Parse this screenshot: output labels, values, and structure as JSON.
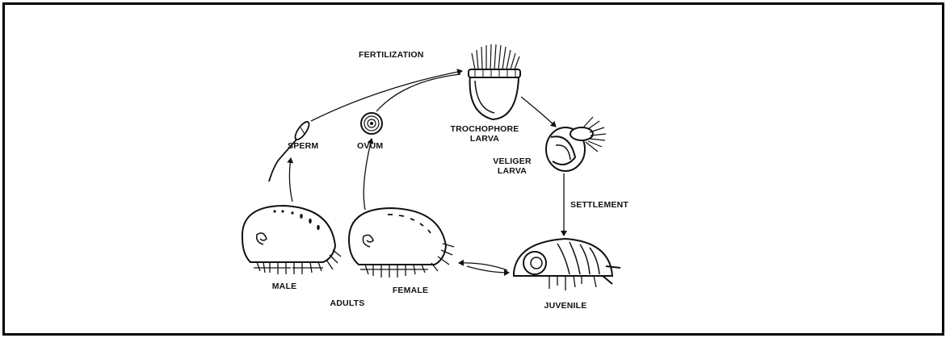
{
  "labels": {
    "fertilization": "FERTILIZATION",
    "trochophore": "TROCHOPHORE",
    "trochophore_larva": "LARVA",
    "veliger": "VELIGER",
    "veliger_larva": "LARVA",
    "settlement": "SETTLEMENT",
    "juvenile": "JUVENILE",
    "sperm": "SPERM",
    "ovum": "OVUM",
    "male": "MALE",
    "female": "FEMALE",
    "adults": "ADULTS"
  },
  "colors": {
    "ink": "#111111",
    "border": "#000000",
    "background": "#ffffff"
  }
}
